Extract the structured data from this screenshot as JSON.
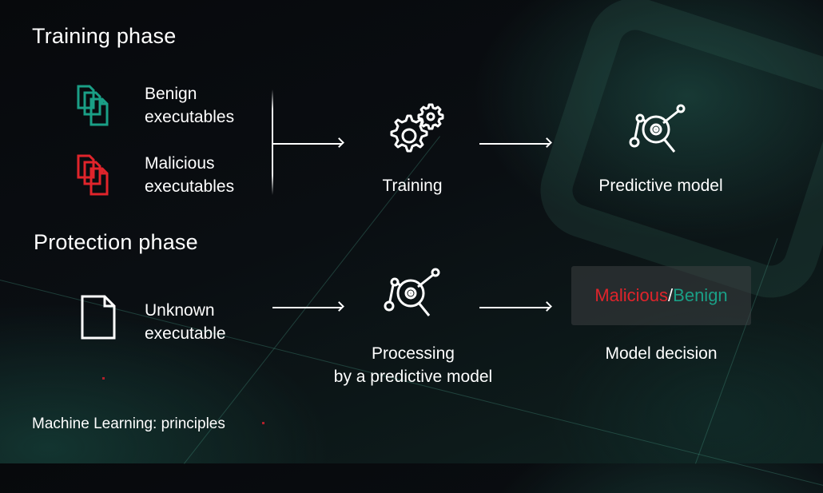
{
  "training_phase": {
    "title": "Training phase",
    "inputs": [
      {
        "line1": "Benign",
        "line2": "executables",
        "icon": "documents-stack-icon",
        "color": "#1a9f86"
      },
      {
        "line1": "Malicious",
        "line2": "executables",
        "icon": "documents-stack-icon",
        "color": "#e0242b"
      }
    ],
    "step": {
      "label": "Training",
      "icon": "gears-icon"
    },
    "result": {
      "label": "Predictive model",
      "icon": "model-analytics-icon"
    }
  },
  "protection_phase": {
    "title": "Protection phase",
    "input": {
      "line1": "Unknown",
      "line2": "executable",
      "icon": "document-icon"
    },
    "step": {
      "line1": "Processing",
      "line2": "by a predictive model",
      "icon": "model-analytics-icon"
    },
    "result": {
      "malicious": "Malicious",
      "separator": "/",
      "benign": "Benign",
      "label": "Model decision"
    }
  },
  "footer": {
    "caption": "Machine Learning: principles"
  },
  "colors": {
    "malicious": "#e0242b",
    "benign": "#1a9f86",
    "text": "#ffffff"
  }
}
